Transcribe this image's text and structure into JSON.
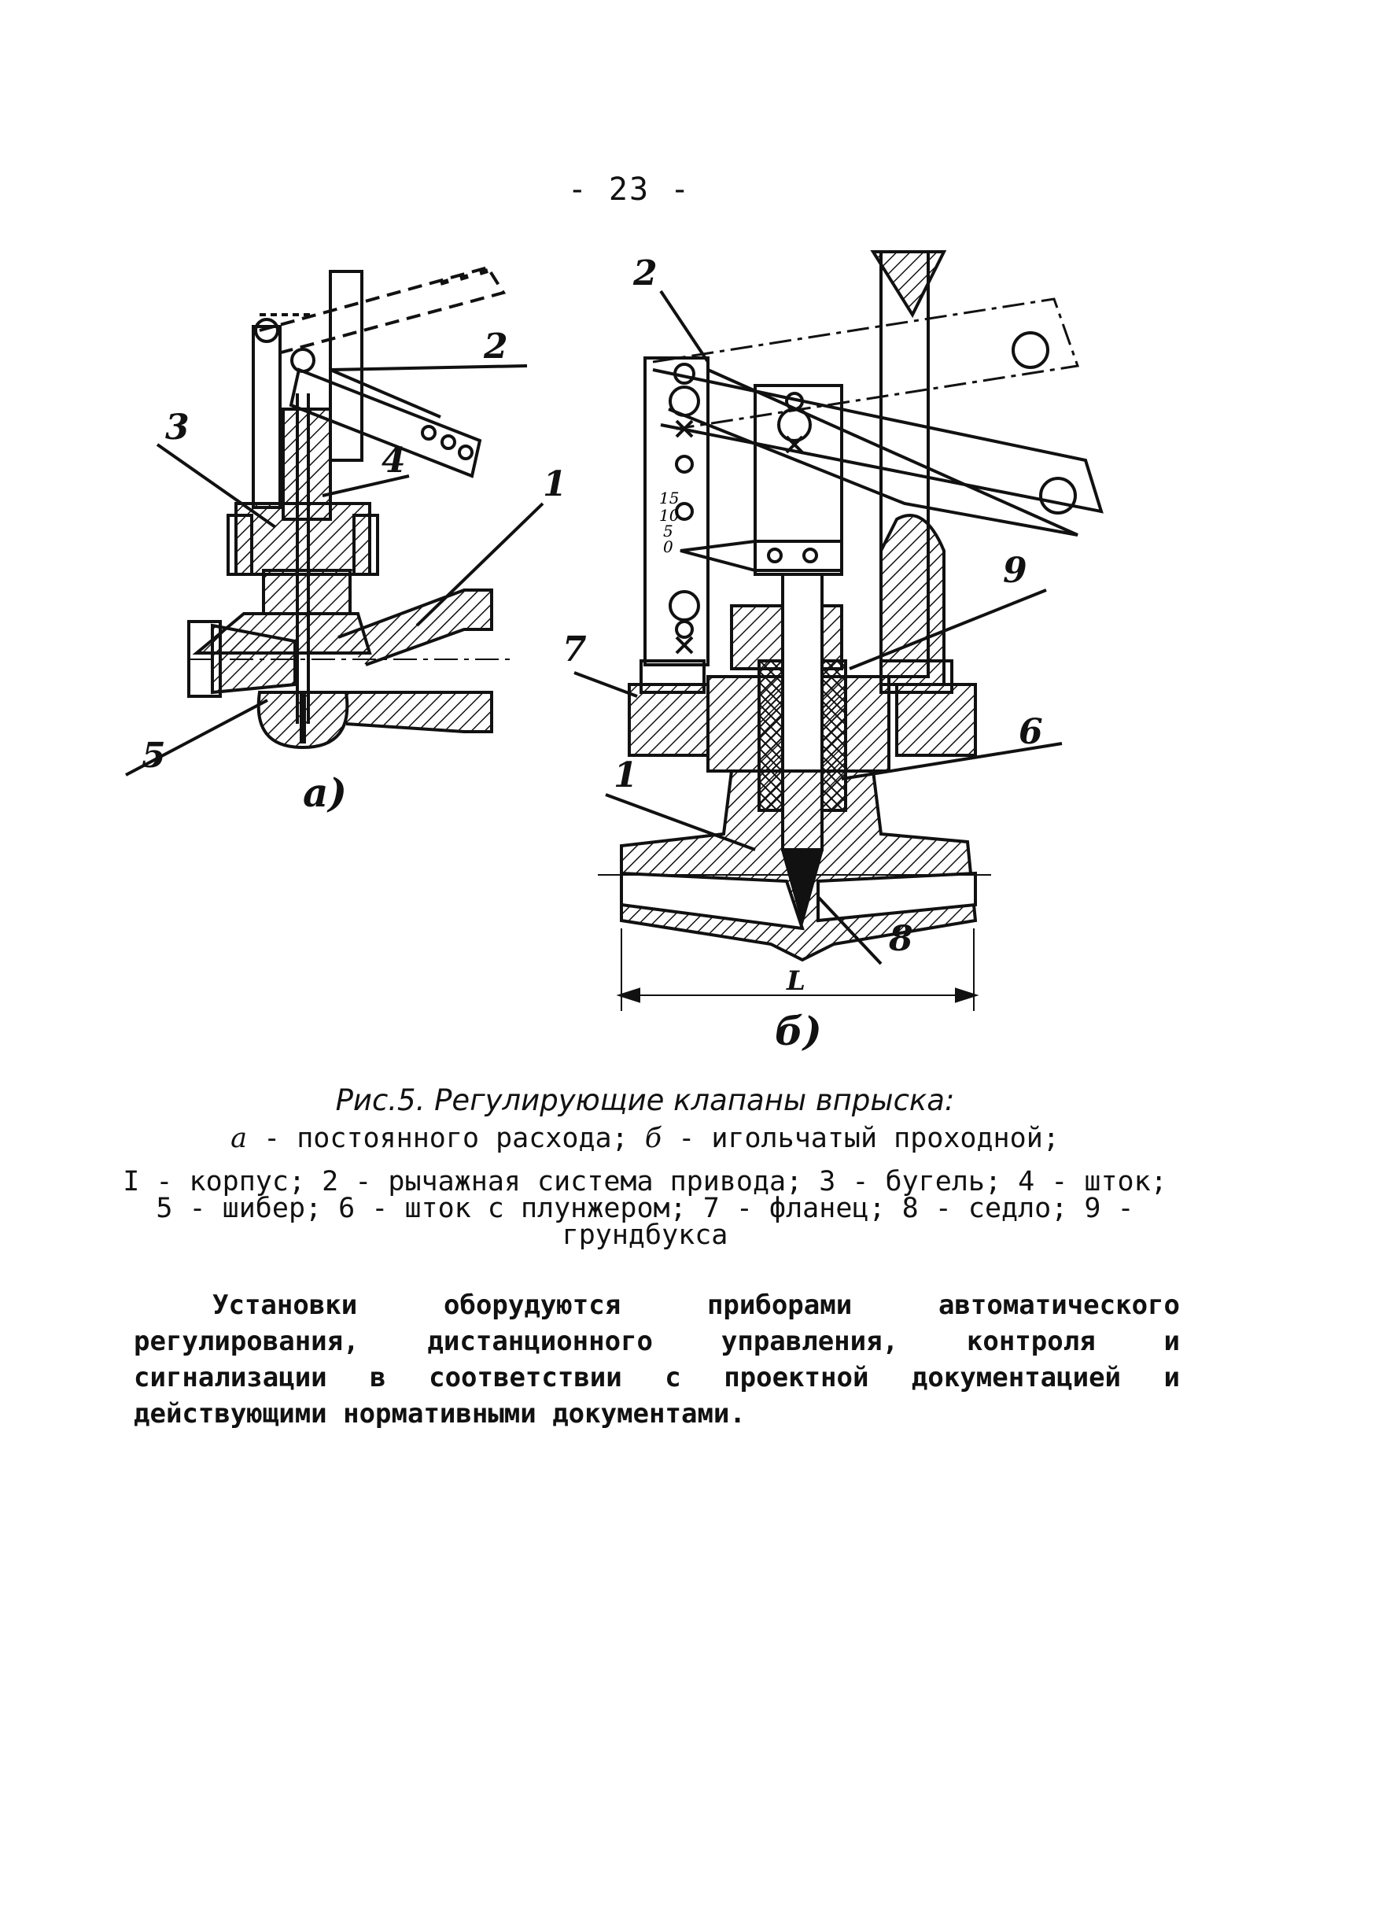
{
  "page": {
    "number": "- 23 -"
  },
  "figure": {
    "callouts_a": {
      "c2": "2",
      "c3": "3",
      "c4": "4",
      "c1": "1",
      "c5": "5"
    },
    "callouts_b": {
      "c2": "2",
      "c9": "9",
      "c7": "7",
      "c6": "6",
      "c1": "1",
      "c8": "8"
    },
    "scale_marks": [
      "15",
      "10",
      "5",
      "0"
    ],
    "dimension_label": "L",
    "sublabel_a": "а)",
    "sublabel_b": "б)"
  },
  "caption": {
    "title": "Рис.5. Регулирующие клапаны впрыска:",
    "subtitle_a_letter": "а",
    "subtitle_a_text": " - постоянного расхода; ",
    "subtitle_b_letter": "б",
    "subtitle_b_text": " - игольчатый проходной;",
    "legend": "I - корпус; 2 - рычажная система привода; 3 - бугель; 4 - шток; 5 - шибер; 6 - шток с плунжером; 7 - фланец; 8 - седло; 9 - грундбукса"
  },
  "body": {
    "paragraph": "Установки оборудуются приборами автоматического регулирования, дистанционного управления, контроля и сигнализации в соответствии с проектной документацией и действующими нормативными документами."
  }
}
